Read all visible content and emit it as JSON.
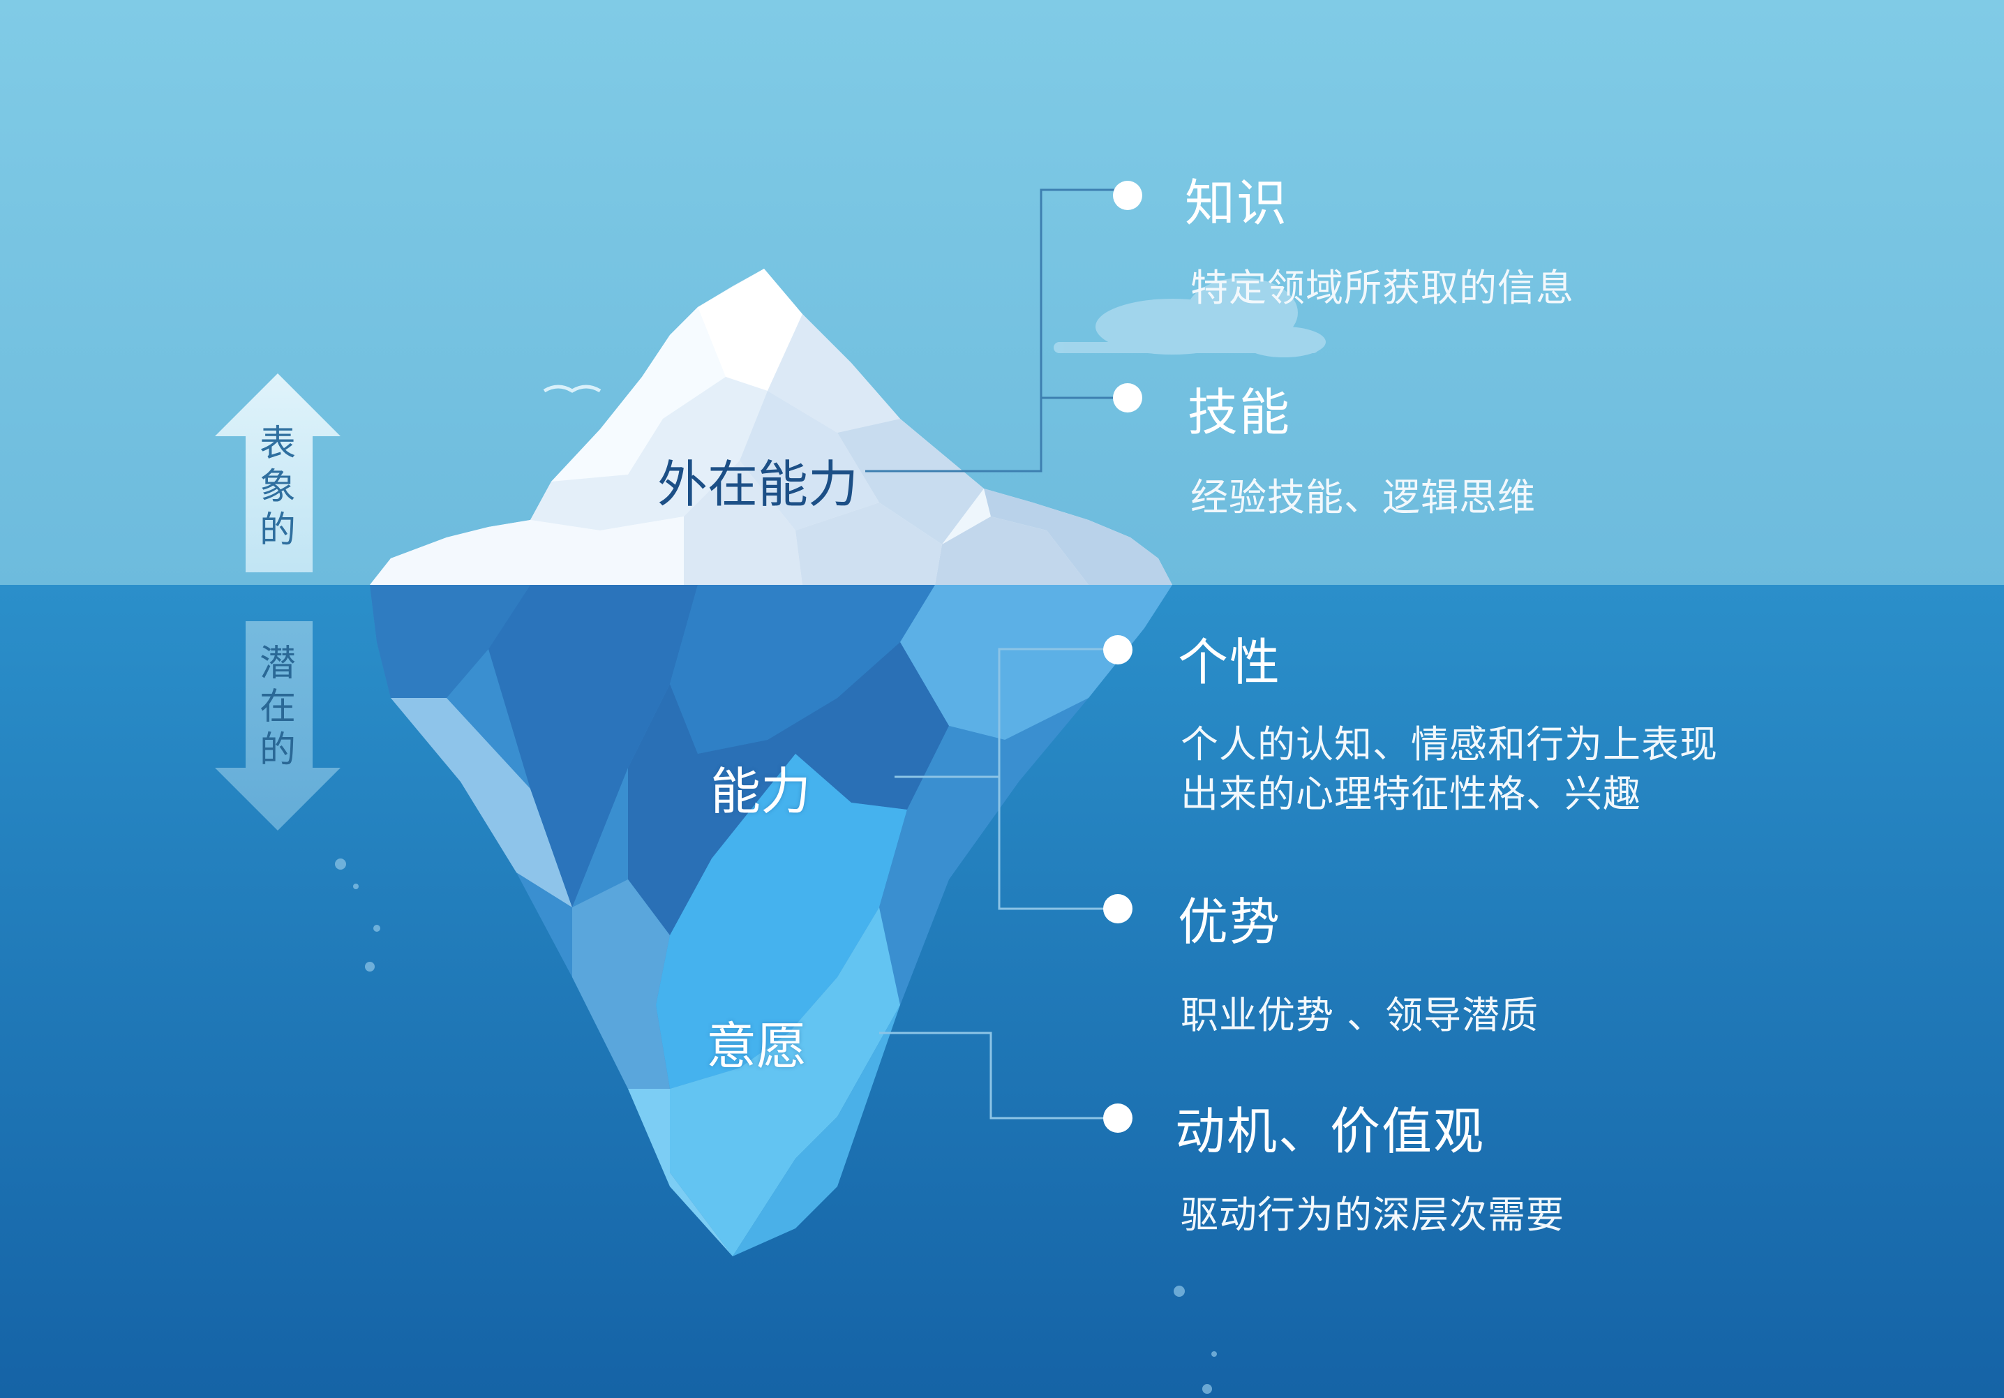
{
  "side_labels": {
    "surface": "表象的",
    "hidden": "潜在的"
  },
  "iceberg_labels": {
    "external": "外在能力",
    "ability": "能力",
    "will": "意愿"
  },
  "items": [
    {
      "title": "知识",
      "desc": "特定领域所获取的信息"
    },
    {
      "title": "技能",
      "desc": "经验技能、逻辑思维"
    },
    {
      "title": "个性",
      "desc_line1": "个人的认知、情感和行为上表现",
      "desc_line2": "出来的心理特征性格、兴趣"
    },
    {
      "title": "优势",
      "desc": "职业优势 、领导潜质"
    },
    {
      "title": "动机、价值观",
      "desc": "驱动行为的深层次需要"
    }
  ],
  "colors": {
    "sky_top": "#7cc8e4",
    "sky_bottom": "#6ab9dc",
    "water_top": "#2a8dc8",
    "water_bottom": "#1565a8",
    "iceberg_dark_text": "#1c4f86"
  }
}
